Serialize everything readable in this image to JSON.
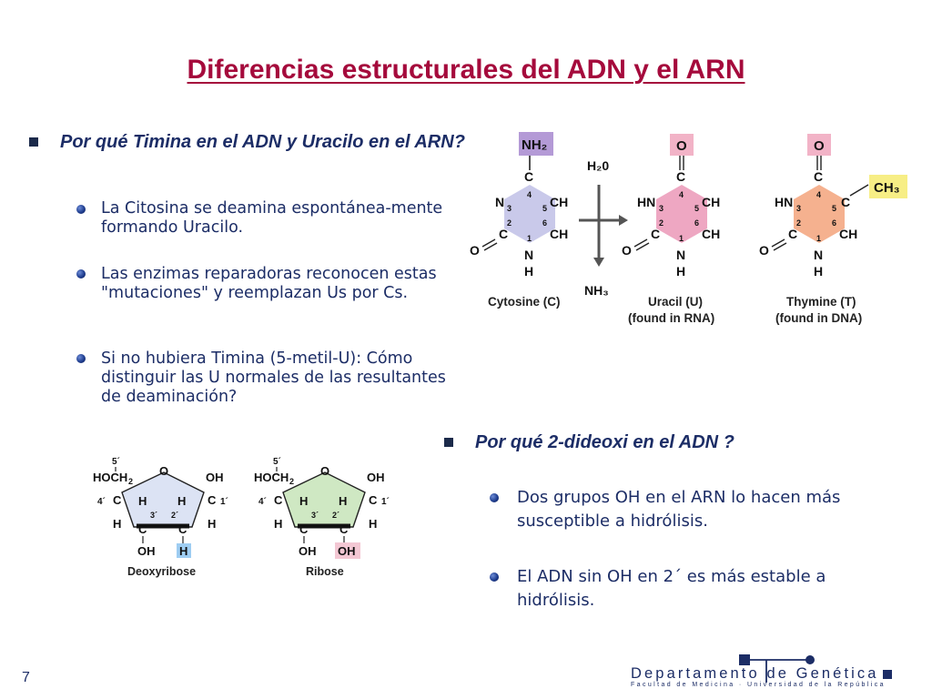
{
  "title": "Diferencias estructurales del ADN y el ARN",
  "left_block": {
    "question": "Por qué Timina en el ADN y Uracilo en el ARN?",
    "bullets": [
      "La Citosina se deamina espontánea-mente formando Uracilo.",
      "Las enzimas reparadoras reconocen estas \"mutaciones\" y reemplazan Us por Cs.",
      "Si no hubiera Timina (5-metil-U): Cómo distinguir las U normales de las resultantes de deaminación?"
    ]
  },
  "right_block": {
    "question": "Por qué 2-dideoxi en el ADN ?",
    "bullets": [
      "Dos grupos OH en el ARN lo hacen más susceptible a hidrólisis.",
      "El ADN sin OH en 2´ es más estable a hidrólisis."
    ]
  },
  "bases_figure": {
    "water_label": "H₂0",
    "ammonia_label": "NH₃",
    "cytosine": {
      "caption": "Cytosine (C)",
      "top_group": "NH₂"
    },
    "uracil": {
      "caption_line1": "Uracil (U)",
      "caption_line2": "(found in RNA)",
      "top_group": "O"
    },
    "thymine": {
      "caption_line1": "Thymine (T)",
      "caption_line2": "(found in DNA)",
      "top_group": "O",
      "methyl": "CH₃"
    }
  },
  "sugars_figure": {
    "deoxyribose": {
      "caption": "Deoxyribose",
      "special_group": "H"
    },
    "ribose": {
      "caption": "Ribose",
      "special_group": "OH"
    }
  },
  "footer": {
    "page_number": "7",
    "department": "Departamento de Genética",
    "faculty": "Facultad de Medicina · Universidad de la República"
  },
  "colors": {
    "title": "#a50a3c",
    "text": "#1c2d66",
    "cytosine_fill": "#c9c9ea",
    "uracil_fill": "#eea7c2",
    "thymine_fill": "#f5b18f",
    "deoxyribose_fill": "#dce3f4",
    "ribose_fill": "#cfe8c3",
    "methyl_highlight": "#f7ee85"
  }
}
